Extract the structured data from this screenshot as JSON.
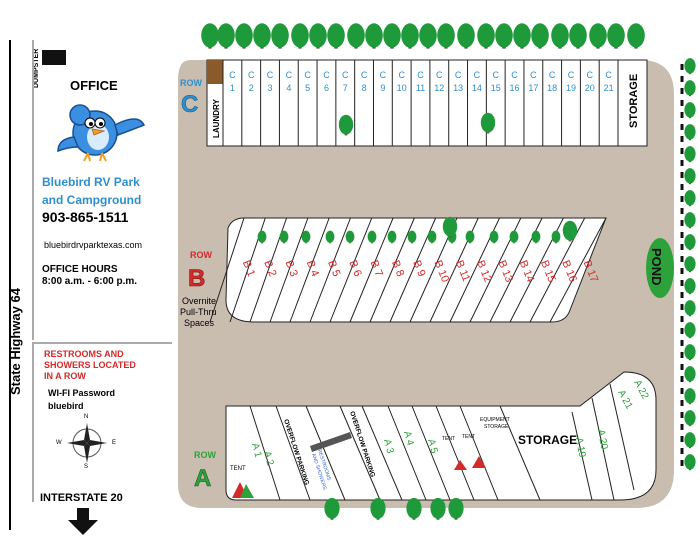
{
  "left": {
    "dumpster": "DUMPSTER",
    "highway": "State Highway 64",
    "office_title": "OFFICE",
    "park_name_1": "Bluebird RV Park",
    "park_name_2": "and Campground",
    "phone": "903-865-1511",
    "website": "bluebirdrvparktexas.com",
    "hours_title": "OFFICE HOURS",
    "hours_value": "8:00 a.m. - 6:00 p.m.",
    "restrooms_1": "RESTROOMS AND",
    "restrooms_2": "SHOWERS LOCATED",
    "restrooms_3": "IN A ROW",
    "wifi_label": "WI-FI Password",
    "wifi_password": "bluebird",
    "compass": {
      "n": "N",
      "s": "S",
      "e": "E",
      "w": "W"
    },
    "interstate": "INTERSTATE 20"
  },
  "rowC": {
    "row_word": "ROW",
    "row_letter": "C",
    "laundry": "LAUNDRY",
    "storage": "STORAGE",
    "sites": [
      "1",
      "2",
      "3",
      "4",
      "5",
      "6",
      "7",
      "8",
      "9",
      "10",
      "11",
      "12",
      "13",
      "14",
      "15",
      "16",
      "17",
      "18",
      "19",
      "20",
      "21"
    ],
    "site_prefix": "C"
  },
  "rowB": {
    "row_word": "ROW",
    "row_letter": "B",
    "note_1": "Overnite",
    "note_2": "Pull-Thru",
    "note_3": "Spaces",
    "site_prefix": "B",
    "sites": [
      "1",
      "2",
      "3",
      "4",
      "5",
      "6",
      "7",
      "8",
      "9",
      "10",
      "11",
      "12",
      "13",
      "14",
      "15",
      "16",
      "17"
    ]
  },
  "rowA": {
    "row_word": "ROW",
    "row_letter": "A",
    "tent_1": "TENT",
    "a1": "A 1",
    "a2": "A 2",
    "overflow_1": "OVERFLOW PARKING",
    "restrooms_1": "RESTROOMS",
    "restrooms_2": "AND SHOWERS",
    "overflow_2": "OVERFLOW PARKING",
    "a3": "A 3",
    "a4": "A 4",
    "a5": "A 5",
    "tent_2": "TENT",
    "tent_3": "TENT",
    "equip_1": "EQUIPMENT",
    "equip_2": "STORAGE",
    "storage": "STORAGE",
    "a19": "A 19",
    "a20": "A 20",
    "a21": "A 21",
    "a22": "A 22"
  },
  "pond": "POND",
  "colors": {
    "ground": "#c9bdb0",
    "tree": "#1f9a3a",
    "blue_text": "#2e8fd0",
    "red_text": "#d42a2a",
    "green_text": "#2ea23a"
  }
}
